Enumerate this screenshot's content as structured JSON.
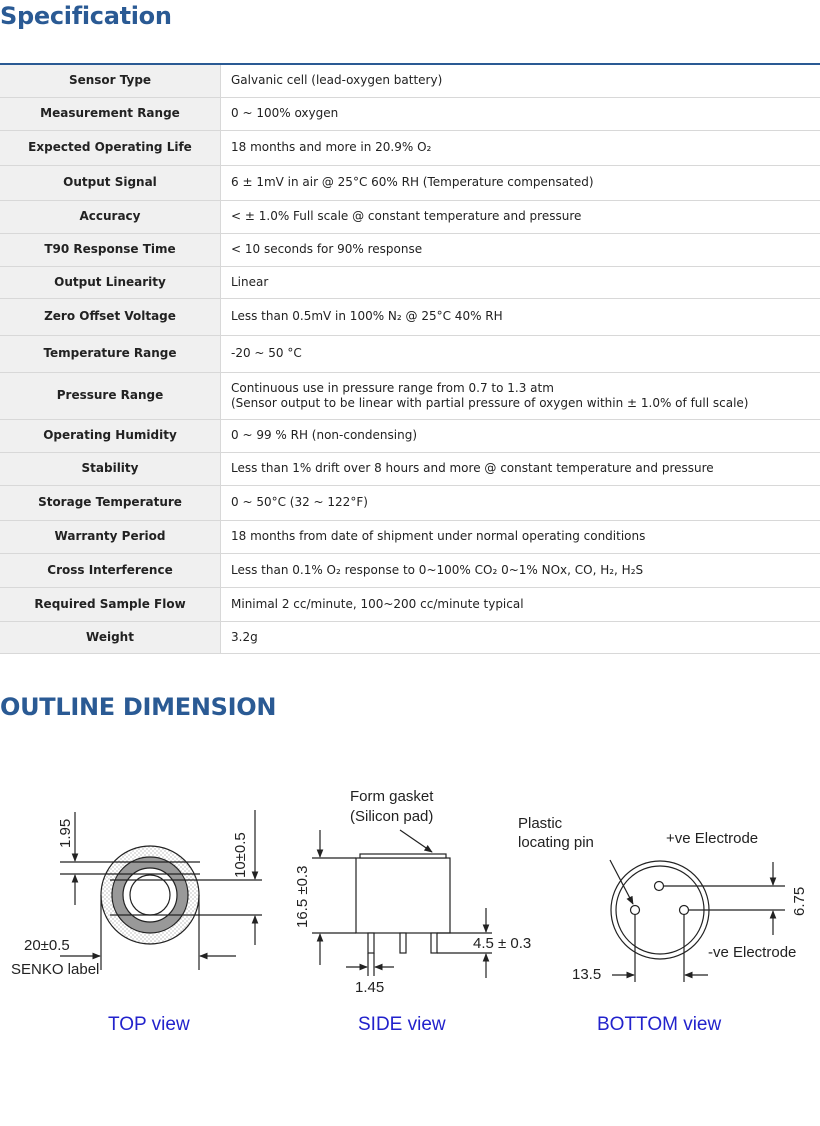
{
  "spec": {
    "title": "Specification",
    "rows": [
      {
        "key": "Sensor Type",
        "value": "Galvanic cell (lead-oxygen battery)"
      },
      {
        "key": "Measurement Range",
        "value": "0 ~ 100% oxygen"
      },
      {
        "key": "Expected Operating Life",
        "value": "18 months and more in 20.9% O₂"
      },
      {
        "key": "Output Signal",
        "value": "6 ± 1mV in air @ 25°C 60% RH (Temperature compensated)"
      },
      {
        "key": "Accuracy",
        "value": "< ± 1.0% Full scale @ constant temperature and pressure"
      },
      {
        "key": "T90 Response Time",
        "value": "< 10 seconds for 90% response"
      },
      {
        "key": "Output Linearity",
        "value": "Linear"
      },
      {
        "key": "Zero Offset Voltage",
        "value": "Less than 0.5mV in 100% N₂ @ 25°C 40% RH"
      },
      {
        "key": "Temperature Range",
        "value": "-20 ~ 50 °C"
      },
      {
        "key": "Pressure Range",
        "value": "Continuous use in pressure range from 0.7 to 1.3 atm",
        "value2": "(Sensor output to be linear with partial pressure of oxygen within ± 1.0% of full scale)"
      },
      {
        "key": "Operating Humidity",
        "value": "0 ~ 99 % RH (non-condensing)"
      },
      {
        "key": "Stability",
        "value": "Less than 1% drift over 8 hours and more @ constant temperature and pressure"
      },
      {
        "key": "Storage Temperature",
        "value": "0 ~ 50°C (32 ~ 122°F)"
      },
      {
        "key": "Warranty Period",
        "value": "18 months from date of shipment under normal operating conditions"
      },
      {
        "key": "Cross Interference",
        "value": "Less than 0.1% O₂ response to 0~100% CO₂ 0~1% NOx, CO, H₂, H₂S"
      },
      {
        "key": "Required Sample Flow",
        "value": "Minimal 2 cc/minute, 100~200 cc/minute typical"
      },
      {
        "key": "Weight",
        "value": "3.2g"
      }
    ]
  },
  "outline": {
    "title": "OUTLINE DIMENSION",
    "top": {
      "caption": "TOP view",
      "dim_195": "1.95",
      "dim_10": "10±0.5",
      "dim_20": "20±0.5",
      "senko_label": "SENKO label"
    },
    "side": {
      "caption": "SIDE view",
      "gasket_1": "Form gasket",
      "gasket_2": "(Silicon pad)",
      "dim_165": "16.5 ±0.3",
      "dim_45": "4.5 ± 0.3",
      "dim_145": "1.45"
    },
    "bottom": {
      "caption": "BOTTOM view",
      "plastic_1": "Plastic",
      "plastic_2": "locating pin",
      "pos_electrode": "+ve Electrode",
      "neg_electrode": "-ve Electrode",
      "dim_675": "6.75",
      "dim_135": "13.5"
    }
  }
}
